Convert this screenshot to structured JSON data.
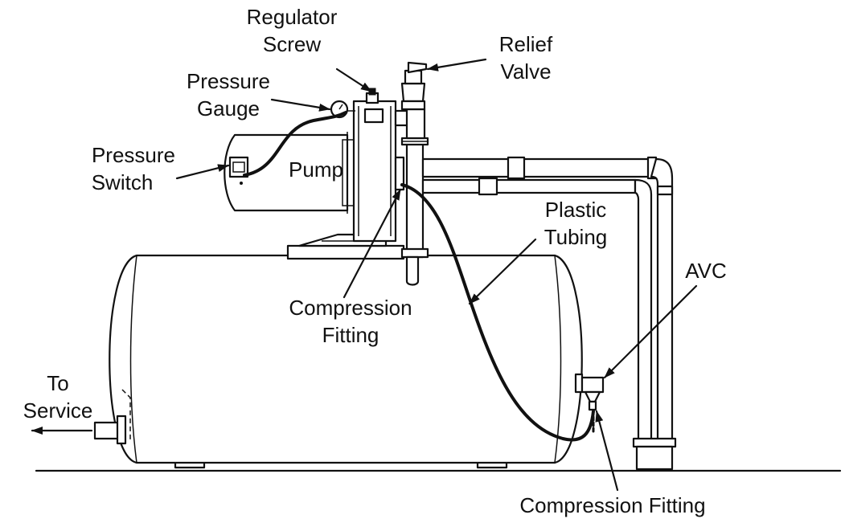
{
  "labels": {
    "regulator_screw": [
      "Regulator",
      "Screw"
    ],
    "relief_valve": [
      "Relief",
      "Valve"
    ],
    "pressure_gauge": [
      "Pressure",
      "Gauge"
    ],
    "pressure_switch": [
      "Pressure",
      "Switch"
    ],
    "pump": "Pump",
    "plastic_tubing": [
      "Plastic",
      "Tubing"
    ],
    "avc": "AVC",
    "compression_fitting_upper": [
      "Compression",
      "Fitting"
    ],
    "to_service": [
      "To",
      "Service"
    ],
    "compression_fitting_lower": "Compression Fitting"
  },
  "colors": {
    "line": "#111111",
    "background": "#ffffff",
    "fill_gray": "#cfcfcf"
  }
}
